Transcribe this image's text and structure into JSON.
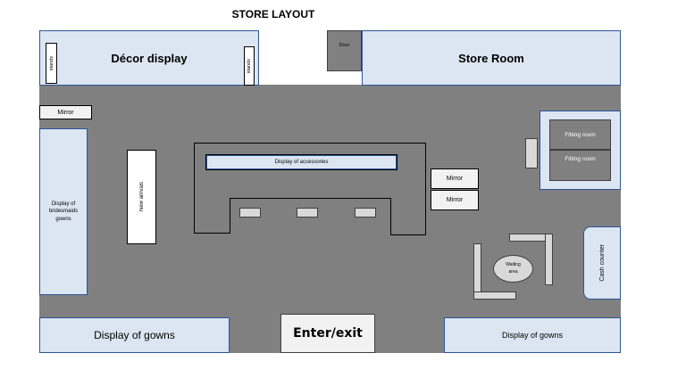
{
  "title": "STORE LAYOUT",
  "labels": {
    "decor_display": "Décor display",
    "stands_left": "stands",
    "stands_right": "stands",
    "door": "Door",
    "store_room": "Store Room",
    "mirror_left": "Mirror",
    "bridesmaids": "Display of bridesmaids gowns",
    "new_arrivals": "New arrivals",
    "accessories": "Display of accessories",
    "mirror_1": "Mirror",
    "mirror_2": "Mirror",
    "fitting_room_1": "Fitting room",
    "fitting_room_2": "Fitting room",
    "waiting_area": "Waiting area",
    "cash_counter": "Cash counter",
    "gowns_left": "Display of gowns",
    "enter_exit": "Enter/exit",
    "gowns_right": "Display of gowns"
  },
  "colors": {
    "floor": "#808080",
    "panel_fill": "#dce6f2",
    "panel_border": "#2f5597",
    "fixture": "#d9d9d9"
  }
}
